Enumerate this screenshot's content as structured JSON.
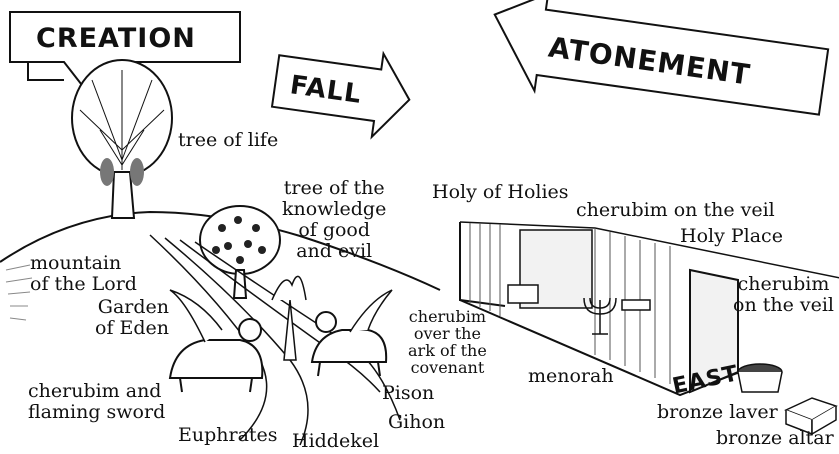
{
  "banners": {
    "creation": "CREATION",
    "fall": "FALL",
    "atonement": "ATONEMENT",
    "east": "EAST"
  },
  "eden_labels": {
    "tree_of_life": "tree of life",
    "tree_of_knowledge": "tree of the\nknowledge\nof good\nand evil",
    "mountain": "mountain\nof the Lord",
    "garden": "Garden\nof Eden",
    "cherubim_sword": "cherubim and\nflaming sword",
    "euphrates": "Euphrates",
    "hiddekel": "Hiddekel",
    "pison": "Pison",
    "gihon": "Gihon"
  },
  "tabernacle_labels": {
    "holy_of_holies": "Holy of Holies",
    "cherubim_veil_top": "cherubim on the veil",
    "holy_place": "Holy Place",
    "cherubim_veil_right": "cherubim\non the veil",
    "cherubim_ark": "cherubim\nover the\nark of the\ncovenant",
    "menorah": "menorah",
    "bronze_laver": "bronze laver",
    "bronze_altar": "bronze altar"
  }
}
